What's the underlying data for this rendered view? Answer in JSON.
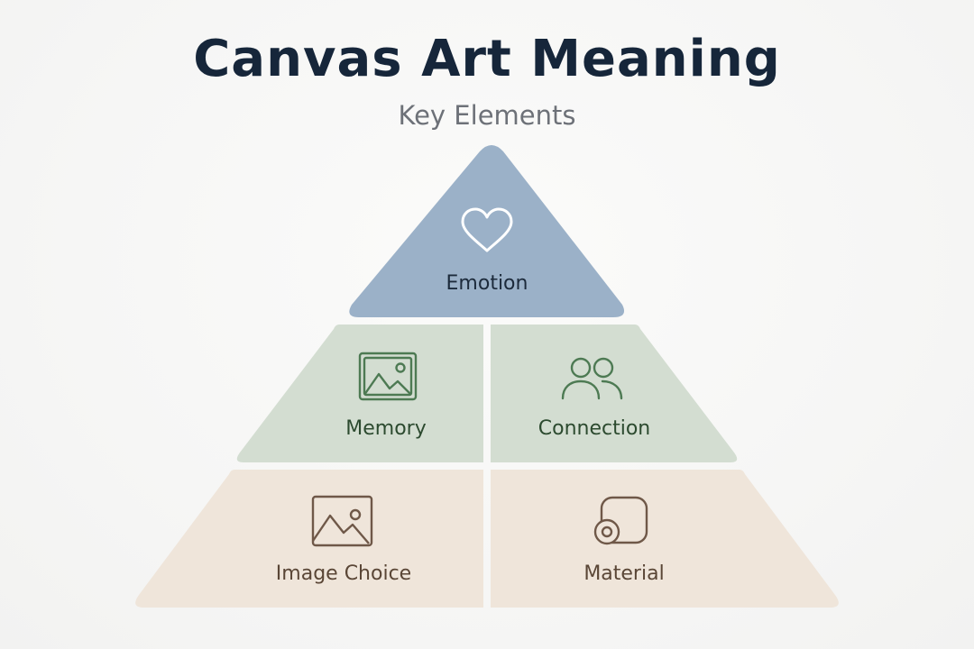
{
  "title": "Canvas Art Meaning",
  "subtitle": "Key Elements",
  "tiers": {
    "top": {
      "label": "Emotion",
      "icon": "heart-icon"
    },
    "middle": {
      "left": {
        "label": "Memory",
        "icon": "photo-frame-icon"
      },
      "right": {
        "label": "Connection",
        "icon": "people-icon"
      }
    },
    "bottom": {
      "left": {
        "label": "Image Choice",
        "icon": "image-icon"
      },
      "right": {
        "label": "Material",
        "icon": "canvas-roll-icon"
      }
    }
  },
  "colors": {
    "title": "#16263a",
    "subtitle": "#6d7178",
    "top_fill": "#9bb1c8",
    "top_text": "#1c2a3b",
    "middle_fill": "#d3ddd1",
    "middle_text": "#2c4a2f",
    "middle_icon": "#4d7a53",
    "bottom_fill": "#efe5da",
    "bottom_text": "#5a4636",
    "bottom_icon": "#6f5848"
  }
}
